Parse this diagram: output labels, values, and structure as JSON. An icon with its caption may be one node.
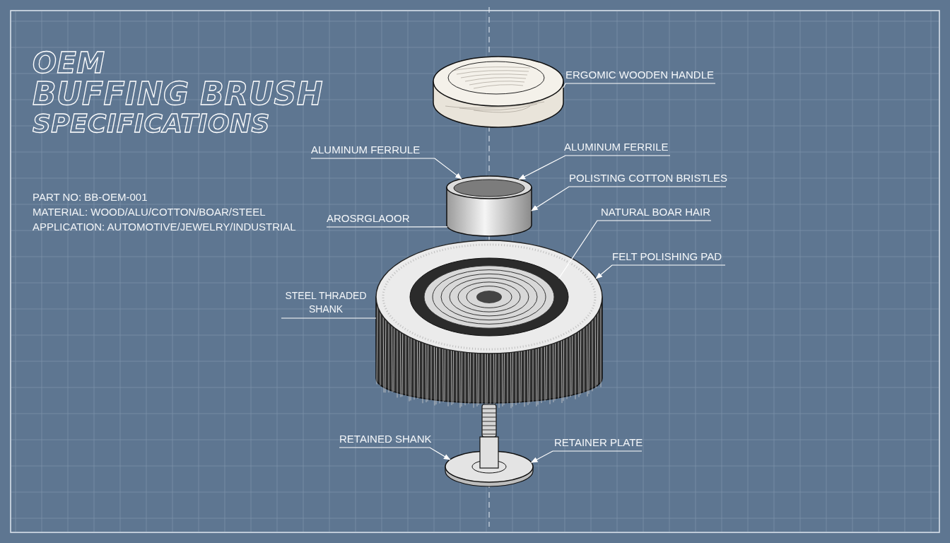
{
  "diagram": {
    "title": "OEM BUFFING BRUSH SPECIFICATIONS",
    "nodes": [
      {
        "text": [
          "ERGOMIC WOODEN HANDLE"
        ]
      },
      {
        "text": [
          "ALUMINUM FERRULE"
        ]
      },
      {
        "text": [
          "ALUMINUM FERRILE"
        ]
      },
      {
        "text": [
          "POLISTING COTTON BRISTLES"
        ]
      },
      {
        "text": [
          "AROSRGLAOOR"
        ]
      },
      {
        "text": [
          "NATURAL BOAR HAIR"
        ]
      },
      {
        "text": [
          "FELT POLISHING PAD"
        ]
      },
      {
        "text": [
          "STEEL THRADED SHANK"
        ]
      },
      {
        "text": [
          "RETAINED SHANK"
        ]
      },
      {
        "text": [
          "RETAINER PLATE"
        ]
      },
      {
        "text": [],
        "shape": "picture"
      },
      {
        "text": [],
        "shape": "picture"
      },
      {
        "text": [],
        "shape": "picture"
      },
      {
        "text": [],
        "shape": "picture",
        "in": 12
      },
      {
        "text": [],
        "shape": "picture"
      }
    ],
    "edges": [
      {
        "from": 0,
        "to": 10,
        "arrow": "none"
      },
      {
        "from": 1,
        "to": 11,
        "arrow": "to"
      },
      {
        "from": 2,
        "to": 11,
        "arrow": "to"
      },
      {
        "from": 3,
        "to": 11,
        "arrow": "to"
      },
      {
        "from": 4,
        "to": 11,
        "arrow": "none"
      },
      {
        "from": 5,
        "to": 13,
        "arrow": "none"
      },
      {
        "from": 6,
        "to": 12,
        "arrow": "to"
      },
      {
        "from": 7,
        "to": 12,
        "arrow": "none"
      },
      {
        "from": 8,
        "to": 14,
        "arrow": "to"
      },
      {
        "from": 9,
        "to": 14,
        "arrow": "to"
      }
    ],
    "labels": [
      "PART NO: BB-OEM-001",
      "MATERIAL: WOOD/ALU/COTTON/BOAR/STEEL",
      "APPLICATION: AUTOMOTIVE/JEWELRY/INDUSTRIAL"
    ]
  }
}
